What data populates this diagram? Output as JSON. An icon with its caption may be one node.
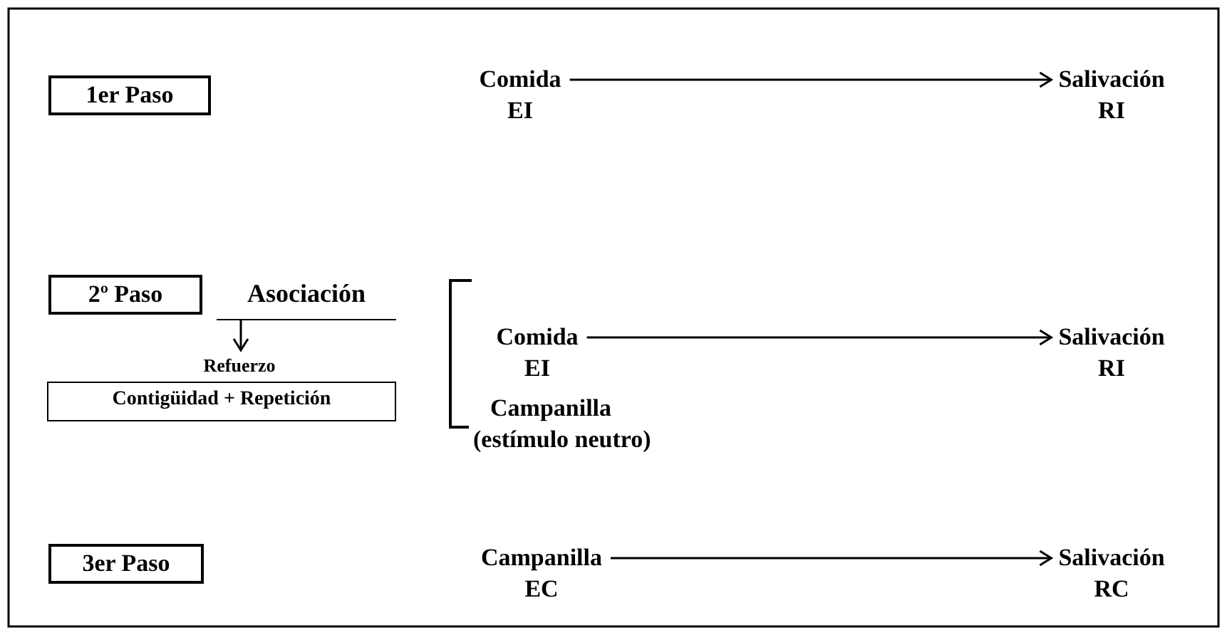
{
  "diagram": {
    "nodes": [
      {
        "text": [
          "1er Paso"
        ]
      },
      {
        "text": [
          "Comida",
          "EI"
        ]
      },
      {
        "text": [
          "Salivación",
          "RI"
        ]
      },
      {
        "text": [
          "2º Paso"
        ]
      },
      {
        "text": [
          "Asociación"
        ]
      },
      {
        "text": [
          "Refuerzo"
        ]
      },
      {
        "text": [
          "Contigüidad + Repetición"
        ]
      },
      {
        "text": [
          "Comida",
          "EI"
        ]
      },
      {
        "text": [
          "Salivación",
          "RI"
        ]
      },
      {
        "text": [
          "Campanilla",
          "(estímulo neutro)"
        ]
      },
      {
        "text": [
          "3er Paso"
        ]
      },
      {
        "text": [
          "Campanilla",
          "EC"
        ]
      },
      {
        "text": [
          "Salivación",
          "RC"
        ]
      }
    ],
    "edges": [
      {
        "from": 1,
        "to": 2,
        "arrow": "to"
      },
      {
        "from": 4,
        "to": 5,
        "arrow": "to"
      },
      {
        "from": 7,
        "to": 8,
        "arrow": "to"
      },
      {
        "from": 11,
        "to": 12,
        "arrow": "to"
      }
    ]
  }
}
